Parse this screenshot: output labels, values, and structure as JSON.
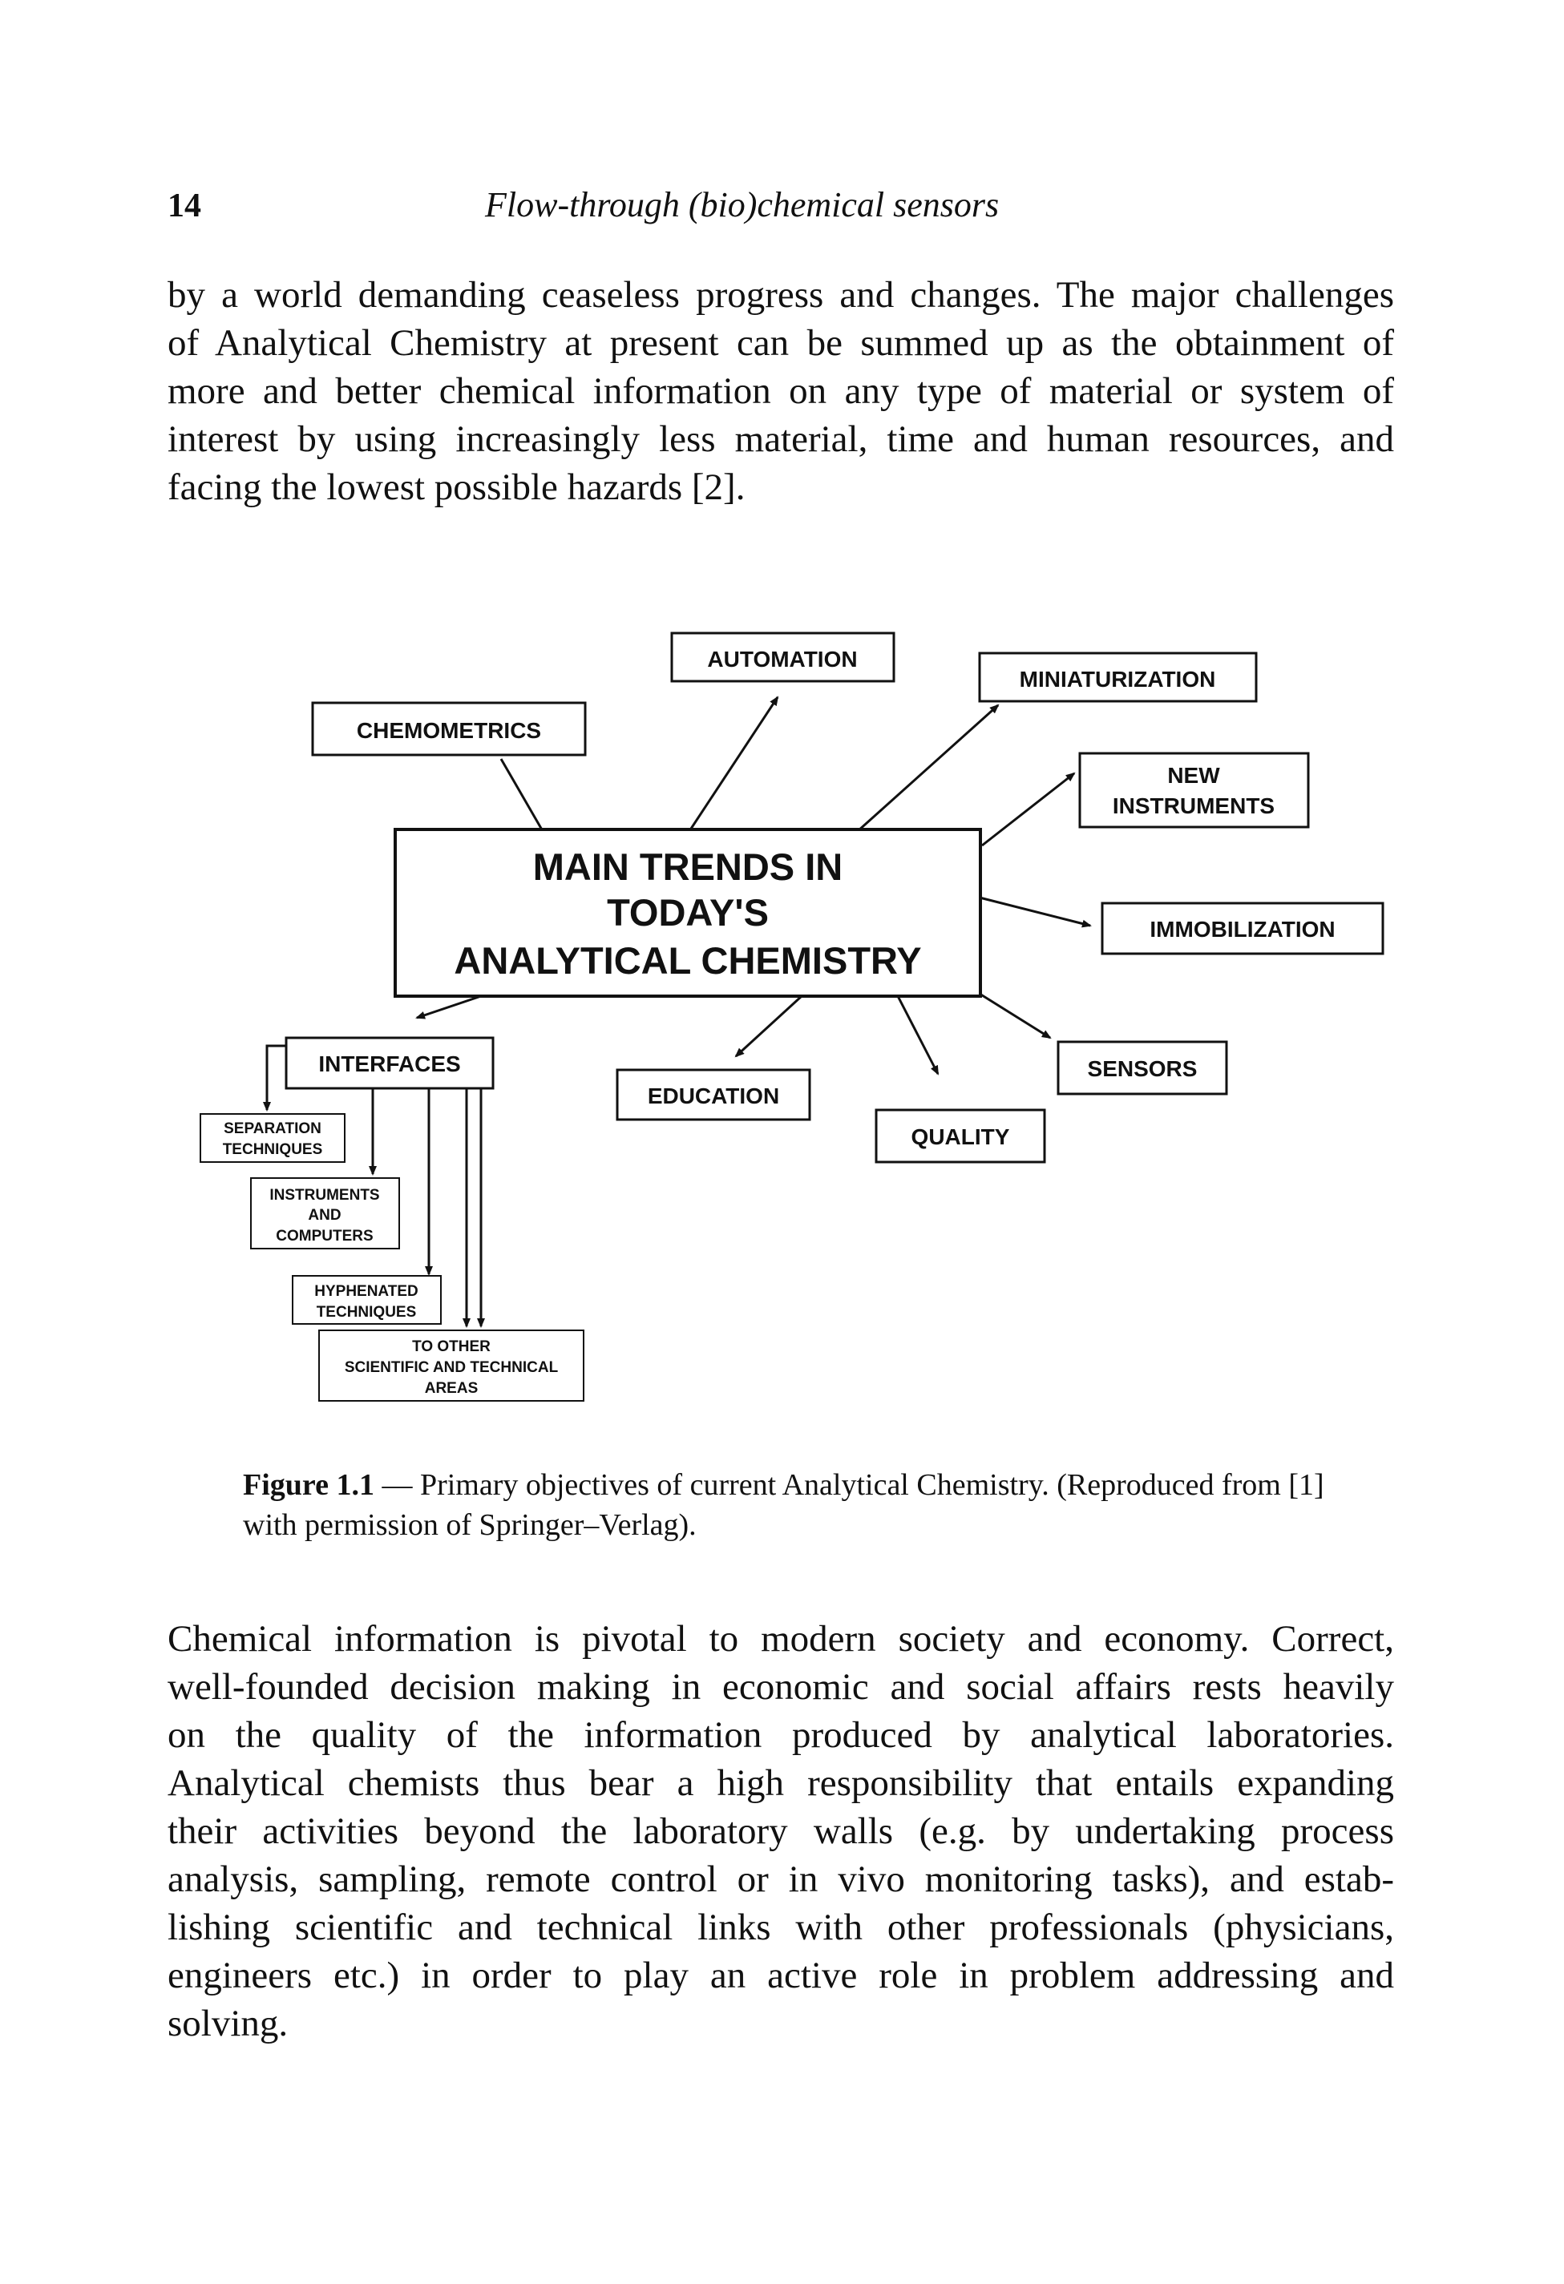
{
  "header": {
    "page_number": "14",
    "running_title": "Flow-through (bio)chemical sensors"
  },
  "paragraph1_lines": [
    "by a world demanding ceaseless progress and changes. The major challenges",
    "of Analytical Chemistry at present can be summed up as the obtainment of",
    "more and better chemical information on any type of material or system of",
    "interest by using increasingly less material, time and human resources, and",
    "facing the lowest possible hazards [2]."
  ],
  "figure": {
    "central": [
      "MAIN TRENDS IN",
      "TODAY'S",
      "ANALYTICAL CHEMISTRY"
    ],
    "automation": "AUTOMATION",
    "miniaturization": "MINIATURIZATION",
    "chemometrics": "CHEMOMETRICS",
    "new_instruments": [
      "NEW",
      "INSTRUMENTS"
    ],
    "immobilization": "IMMOBILIZATION",
    "sensors": "SENSORS",
    "interfaces": "INTERFACES",
    "education": "EDUCATION",
    "quality": "QUALITY",
    "separation": [
      "SEPARATION",
      "TECHNIQUES"
    ],
    "instruments_computers": [
      "INSTRUMENTS",
      "AND",
      "COMPUTERS"
    ],
    "hyphenated": [
      "HYPHENATED",
      "TECHNIQUES"
    ],
    "other_areas": [
      "TO OTHER",
      "SCIENTIFIC AND TECHNICAL",
      "AREAS"
    ]
  },
  "caption": {
    "label": "Figure 1.1",
    "text": " — Primary objectives of current Analytical Chemistry. (Reproduced from [1] with permission of Springer–Verlag)."
  },
  "paragraph2_lines": [
    "Chemical information is pivotal to modern society and economy. Correct,",
    "well-founded decision making in economic and social affairs rests heavily",
    "on the quality of the information produced by analytical laboratories.",
    "Analytical chemists thus bear a high responsibility that entails expanding",
    "their activities beyond the laboratory walls (e.g. by undertaking process",
    "analysis, sampling, remote control or in vivo monitoring tasks), and estab-",
    "lishing scientific and technical links with other professionals (physicians,",
    "engineers etc.) in order to play an active role in problem addressing and",
    "solving."
  ]
}
